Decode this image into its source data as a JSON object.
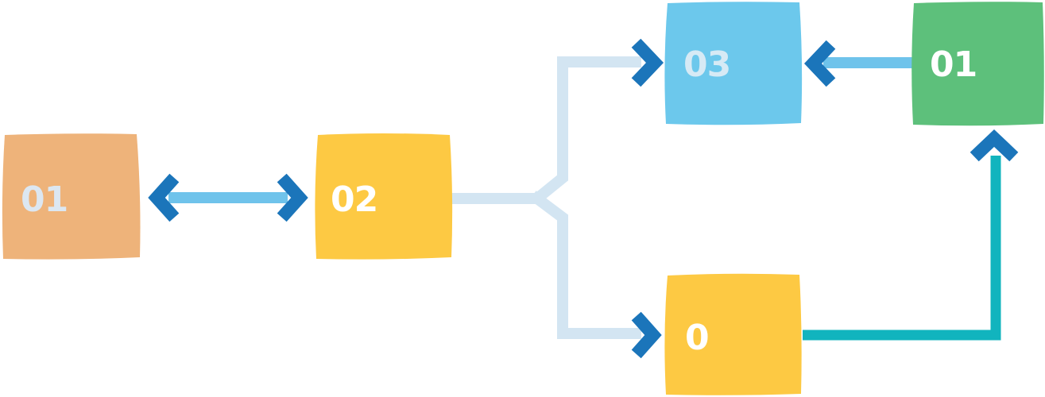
{
  "nodes": {
    "orange": {
      "label": "01",
      "fill": "#EEB37A",
      "text_color": "#DCE7F1"
    },
    "yellow_mid": {
      "label": "02",
      "fill": "#FDC943",
      "text_color": "#FFFFFF"
    },
    "blue_top": {
      "label": "03",
      "fill": "#6CC8EC",
      "text_color": "#D6EAF5"
    },
    "green_top": {
      "label": "01",
      "fill": "#5DC07B",
      "text_color": "#FFFFFF"
    },
    "yellow_bottom": {
      "label": "0",
      "fill": "#FDC943",
      "text_color": "#FFFFFF"
    }
  },
  "colors": {
    "connector_light_blue": "#6FC3EB",
    "connector_pale_blue": "#D3E5F2",
    "connector_teal": "#11B4BE",
    "arrowhead_dark_blue": "#1B75BA"
  }
}
